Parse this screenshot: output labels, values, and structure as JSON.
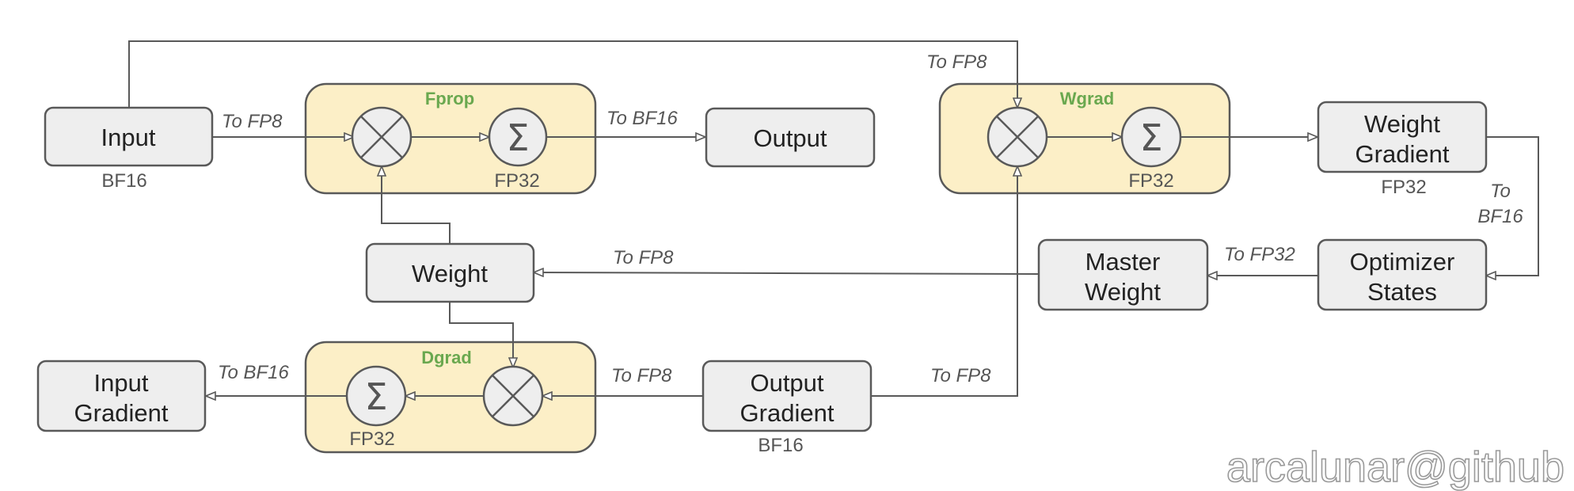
{
  "colors": {
    "box_fill": "#eeeeee",
    "group_fill": "#fcefc7",
    "stroke": "#595959",
    "group_title": "#6aa84f",
    "muted_text": "#555555"
  },
  "icons": {
    "multiply": "circle-x-icon",
    "sum": "sigma-icon"
  },
  "groups": {
    "fprop": {
      "title": "Fprop",
      "sum_precision": "FP32"
    },
    "wgrad": {
      "title": "Wgrad",
      "sum_precision": "FP32"
    },
    "dgrad": {
      "title": "Dgrad",
      "sum_precision": "FP32"
    }
  },
  "sum_symbol": "Σ",
  "nodes": {
    "input": {
      "label": "Input",
      "precision": "BF16"
    },
    "output": {
      "label": "Output"
    },
    "weight": {
      "label": "Weight"
    },
    "weight_gradient": {
      "label_line1": "Weight",
      "label_line2": "Gradient",
      "precision": "FP32"
    },
    "master_weight": {
      "label_line1": "Master",
      "label_line2": "Weight"
    },
    "optimizer_states": {
      "label_line1": "Optimizer",
      "label_line2": "States"
    },
    "input_gradient": {
      "label_line1": "Input",
      "label_line2": "Gradient"
    },
    "output_gradient": {
      "label_line1": "Output",
      "label_line2": "Gradient",
      "precision": "BF16"
    }
  },
  "conversions": {
    "input_to_fprop": "To FP8",
    "input_to_wgrad": "To FP8",
    "fprop_to_output": "To BF16",
    "master_to_weight": "To FP8",
    "optimizer_to_master": "To FP32",
    "wgrad_to_optimizer_line1": "To",
    "wgrad_to_optimizer_line2": "BF16",
    "dgrad_to_input_gradient": "To BF16",
    "output_gradient_to_dgrad": "To FP8",
    "output_gradient_to_wgrad": "To FP8"
  },
  "watermark": "arcalunar@github"
}
